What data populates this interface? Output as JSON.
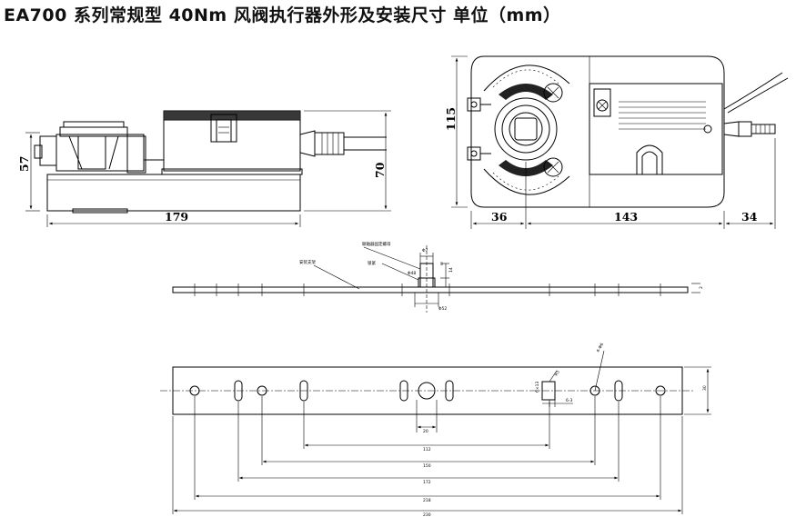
{
  "title": "EA700 系列常规型 40Nm 风阀执行器外形及安装尺寸 单位（mm）",
  "side_view": {
    "dim_length": "179",
    "dim_height": "57",
    "dim_total": "70"
  },
  "top_view": {
    "dim_height": "115",
    "dim_left": "36",
    "dim_body": "143",
    "dim_cable": "34"
  },
  "bracket_side": {
    "label_install": "安装支架",
    "label_top": "联轴器固定螺母",
    "label_fix": "锁紧",
    "dim_top": "Φ7",
    "dim_pin": "Φ48",
    "dim_bottom": "Φ52",
    "dim_r": "3",
    "dim_h": "14",
    "dim_t": "2"
  },
  "bracket_plan": {
    "dims": [
      "20",
      "112",
      "150",
      "172",
      "218",
      "230"
    ],
    "dim_height": "30",
    "dim_hole": "4-Φ6",
    "dim_r": "R3",
    "dim_slot": "6×13",
    "dim_depth": "6-3"
  }
}
